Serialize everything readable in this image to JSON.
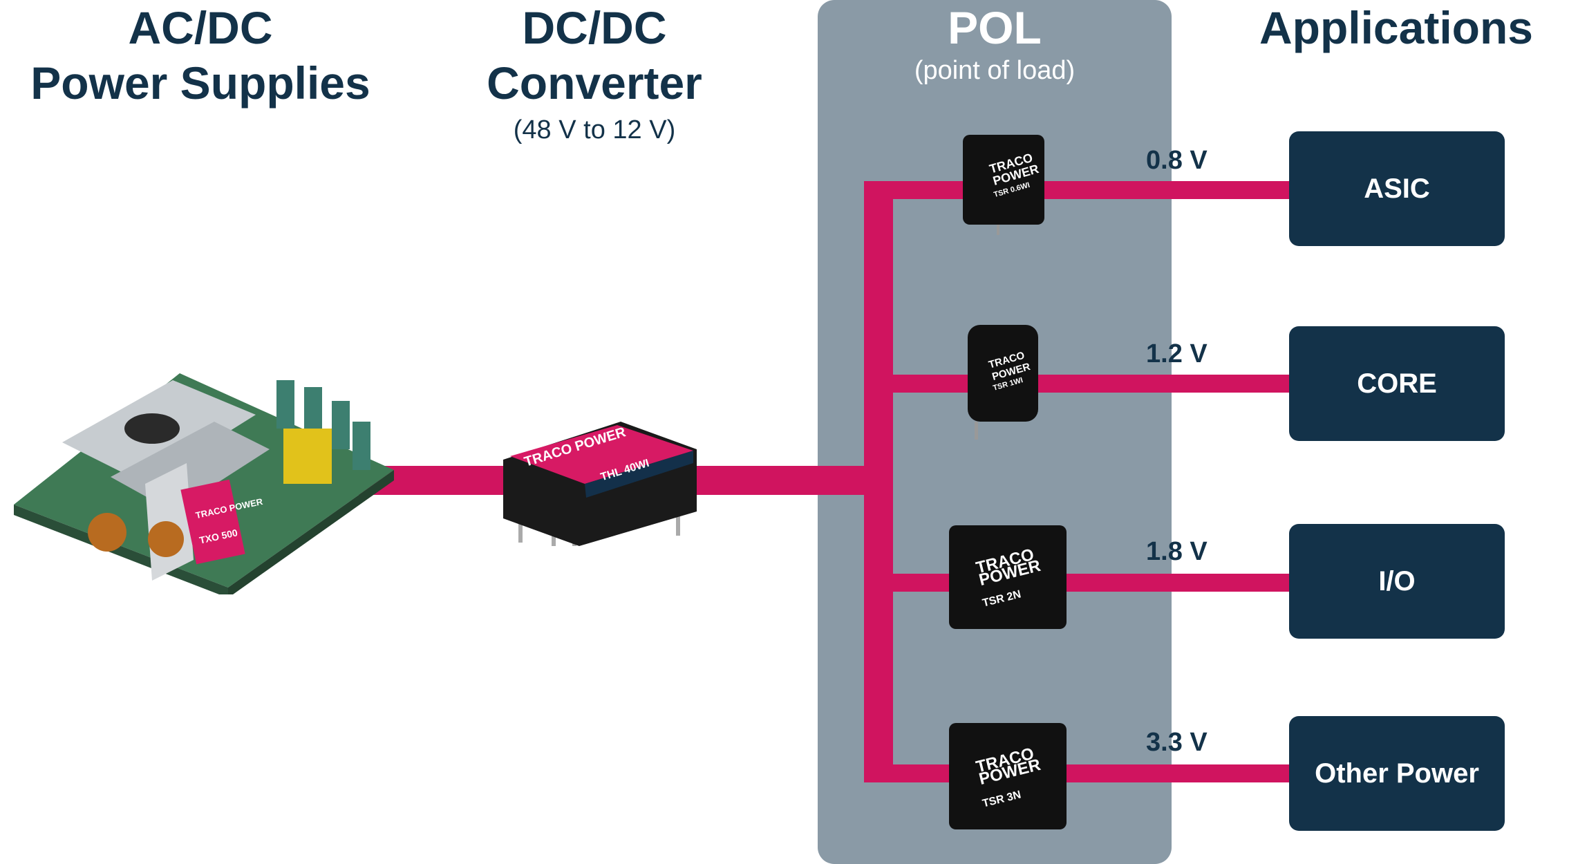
{
  "columns": {
    "acdc": {
      "title_line1": "AC/DC",
      "title_line2": "Power Supplies"
    },
    "dcdc": {
      "title_line1": "DC/DC",
      "title_line2": "Converter",
      "subtitle": "(48 V to 12 V)"
    },
    "pol": {
      "title": "POL",
      "subtitle": "(point of load)"
    },
    "applications": {
      "title": "Applications"
    }
  },
  "products": {
    "acdc_unit": {
      "brand": "TRACO POWER",
      "model": "TXO 500"
    },
    "dcdc_unit": {
      "brand": "TRACO POWER",
      "model": "THL 40WI"
    },
    "pol_units": [
      {
        "brand": "TRACO POWER",
        "model": "TSR 0.6WI"
      },
      {
        "brand": "TRACO POWER",
        "model": "TSR 1WI"
      },
      {
        "brand": "TRACO POWER",
        "model": "TSR 2N"
      },
      {
        "brand": "TRACO POWER",
        "model": "TSR 3N"
      }
    ]
  },
  "rails": [
    {
      "voltage": "0.8 V",
      "application": "ASIC"
    },
    {
      "voltage": "1.2 V",
      "application": "CORE"
    },
    {
      "voltage": "1.8 V",
      "application": "I/O"
    },
    {
      "voltage": "3.3 V",
      "application": "Other Power"
    }
  ],
  "colors": {
    "navy": "#133249",
    "magenta": "#d0145f",
    "pol_panel": "#8a9aa6"
  }
}
